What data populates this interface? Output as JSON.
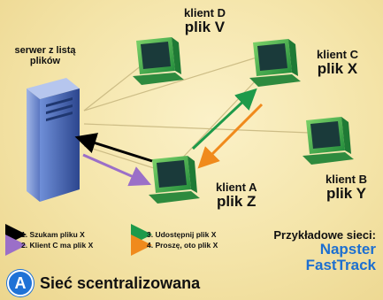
{
  "server": {
    "label": "serwer z listą plików"
  },
  "clients": [
    {
      "id": "D",
      "name": "klient D",
      "file": "plik V"
    },
    {
      "id": "C",
      "name": "klient C",
      "file": "plik X"
    },
    {
      "id": "B",
      "name": "klient B",
      "file": "plik Y"
    },
    {
      "id": "A",
      "name": "klient A",
      "file": "plik Z"
    }
  ],
  "legend": [
    {
      "text": "1. Szukam pliku X",
      "color": "#000000"
    },
    {
      "text": "2. Klient C ma plik X",
      "color": "#9b6fc8"
    },
    {
      "text": "3. Udostępnij plik X",
      "color": "#1e9a4a"
    },
    {
      "text": "4. Proszę, oto plik X",
      "color": "#f08a1c"
    }
  ],
  "examples": {
    "heading": "Przykładowe sieci:",
    "networks": [
      "Napster",
      "FastTrack"
    ]
  },
  "footer": {
    "badge": "A",
    "title": "Sieć scentralizowana"
  },
  "colors": {
    "accent": "#1f72d6",
    "monitor": "#27a34a",
    "screen": "#1a3a3a",
    "server": "#3a5bb0"
  }
}
